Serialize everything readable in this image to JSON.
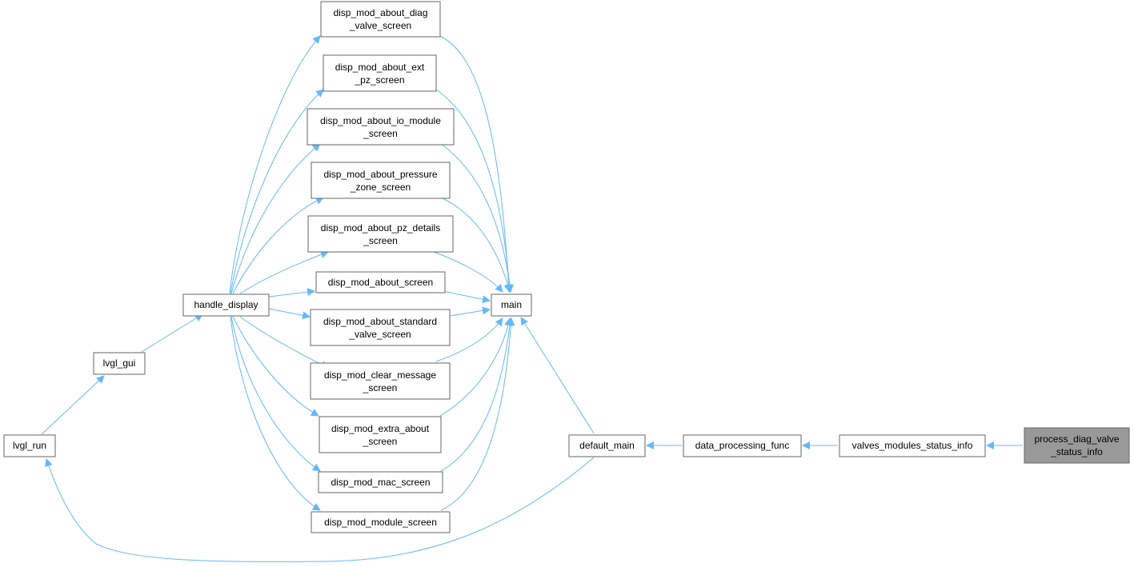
{
  "colors": {
    "edge": "#63b8ff",
    "node_border": "#666666",
    "node_fill": "#ffffff",
    "highlight_fill": "#999999"
  },
  "nodes": {
    "diag_valve": [
      "disp_mod_about_diag",
      "_valve_screen"
    ],
    "ext_pz": [
      "disp_mod_about_ext",
      "_pz_screen"
    ],
    "io_module": [
      "disp_mod_about_io_module",
      "_screen"
    ],
    "pressure_zone": [
      "disp_mod_about_pressure",
      "_zone_screen"
    ],
    "pz_details": [
      "disp_mod_about_pz_details",
      "_screen"
    ],
    "about_screen": [
      "disp_mod_about_screen"
    ],
    "standard_valve": [
      "disp_mod_about_standard",
      "_valve_screen"
    ],
    "clear_message": [
      "disp_mod_clear_message",
      "_screen"
    ],
    "extra_about": [
      "disp_mod_extra_about",
      "_screen"
    ],
    "mac_screen": [
      "disp_mod_mac_screen"
    ],
    "module_screen": [
      "disp_mod_module_screen"
    ],
    "handle_display": [
      "handle_display"
    ],
    "lvgl_gui": [
      "lvgl_gui"
    ],
    "lvgl_run": [
      "lvgl_run"
    ],
    "main": [
      "main"
    ],
    "default_main": [
      "default_main"
    ],
    "data_processing_func": [
      "data_processing_func"
    ],
    "valves_modules_status_info": [
      "valves_modules_status_info"
    ],
    "process_diag_valve": [
      "process_diag_valve",
      "_status_info"
    ]
  }
}
